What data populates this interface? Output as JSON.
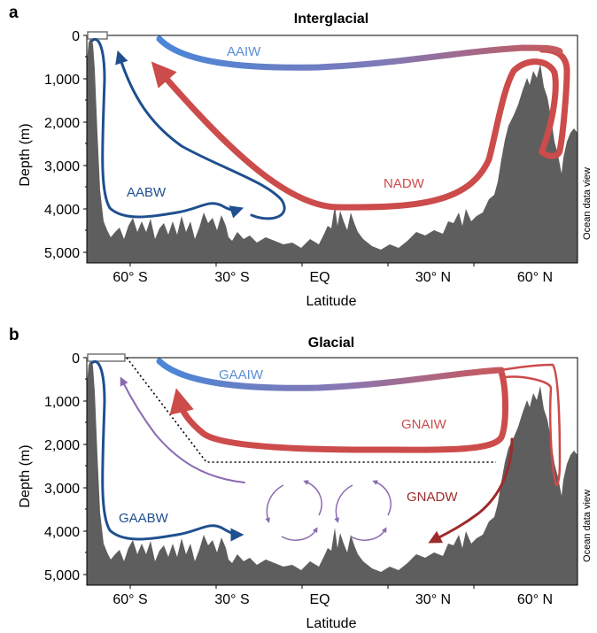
{
  "panel_a": {
    "letter": "a",
    "title": "Interglacial",
    "y_label": "Depth (m)",
    "y_ticks": [
      "0",
      "1,000",
      "2,000",
      "3,000",
      "4,000",
      "5,000"
    ],
    "x_label": "Latitude",
    "x_ticks": [
      "60° S",
      "30° S",
      "EQ",
      "30° N",
      "60° N"
    ],
    "watermark": "Ocean data view",
    "water_masses": [
      {
        "label": "AAIW",
        "color": "#5b8fd6"
      },
      {
        "label": "AABW",
        "color": "#1f4f8f"
      },
      {
        "label": "NADW",
        "color": "#cc4b4b"
      }
    ]
  },
  "panel_b": {
    "letter": "b",
    "title": "Glacial",
    "y_label": "Depth (m)",
    "y_ticks": [
      "0",
      "1,000",
      "2,000",
      "3,000",
      "4,000",
      "5,000"
    ],
    "x_label": "Latitude",
    "x_ticks": [
      "60° S",
      "30° S",
      "EQ",
      "30° N",
      "60° N"
    ],
    "watermark": "Ocean data view",
    "water_masses": [
      {
        "label": "GAAIW",
        "color": "#5b8fd6"
      },
      {
        "label": "GNAIW",
        "color": "#cc4b4b"
      },
      {
        "label": "GAABW",
        "color": "#1f4f8f"
      },
      {
        "label": "GNADW",
        "color": "#9e2b2b"
      }
    ]
  },
  "colors": {
    "bathymetry": "#5e5e5e",
    "aaiw_start": "#4a86d8",
    "aaiw_end": "#c8585a",
    "aabw": "#1f4f8f",
    "nadw": "#cc4b4b",
    "gnadw": "#9e2b2b",
    "eddy": "#8a6bb0"
  }
}
